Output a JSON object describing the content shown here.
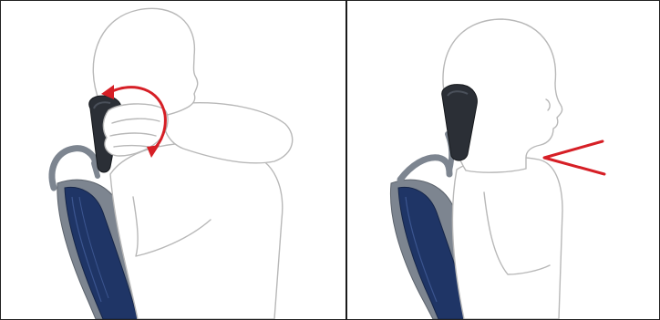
{
  "figure": {
    "panels": [
      {
        "id": "left",
        "depicts": "adjust-headrest",
        "arrow_icon": "curved-arrow-icon"
      },
      {
        "id": "right",
        "depicts": "neck-supported",
        "arrow_icon": "angle-marker-icon"
      }
    ]
  },
  "colors": {
    "background": "#ffffff",
    "outline": "#b8b8b8",
    "chair_dark": "#2b2f36",
    "chair_mesh": "#1f3566",
    "chair_frame": "#7d8590",
    "arrow": "#d61f26",
    "border": "#1a1a1a"
  }
}
